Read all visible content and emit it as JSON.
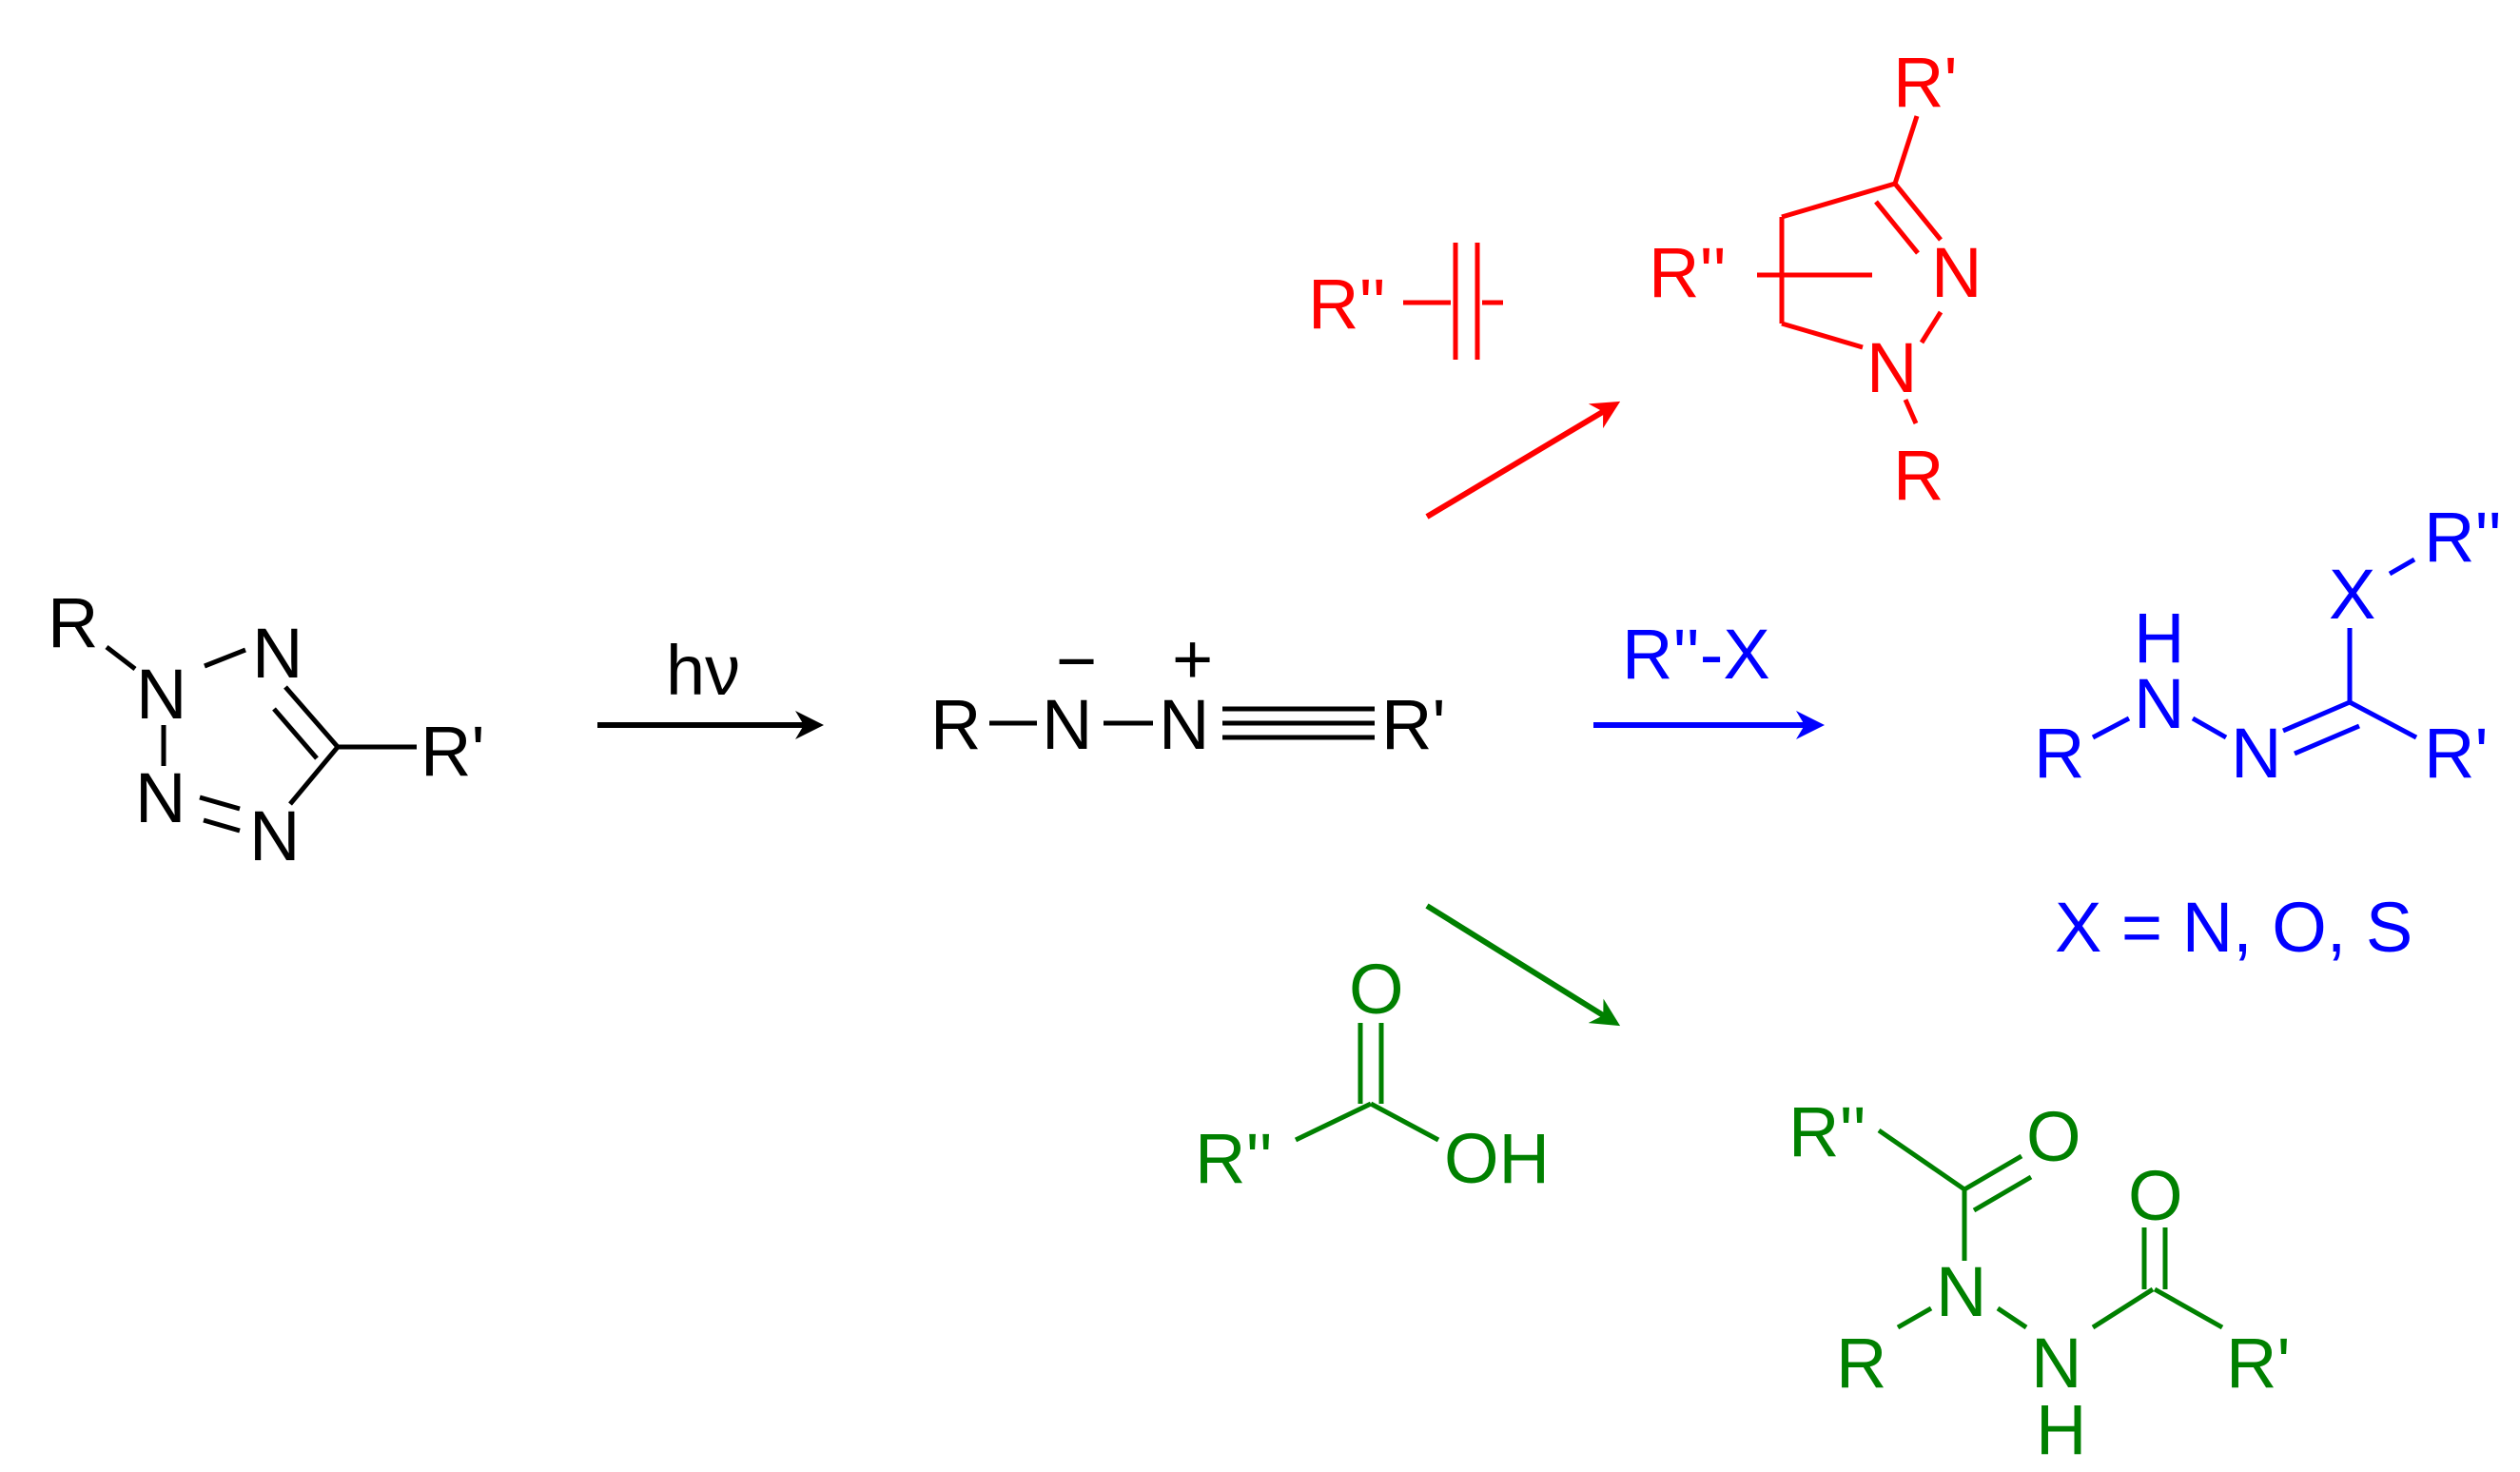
{
  "colors": {
    "reactant": "#000000",
    "cycloaddition": "#ff0000",
    "nucleophile_addition": "#0000ff",
    "acid_addition": "#008000"
  },
  "tetrazole": {
    "labels": [
      "R",
      "N",
      "N",
      "N",
      "N",
      "R'"
    ]
  },
  "photolysis": {
    "condition": "hν"
  },
  "nitrile_imine": {
    "labels": [
      "R",
      "N",
      "N",
      "R'"
    ],
    "charges": [
      "−",
      "+"
    ]
  },
  "alkene_reagent": {
    "labels": [
      "R''"
    ]
  },
  "pyrazoline_product": {
    "labels": [
      "R'",
      "R''",
      "N",
      "N",
      "R"
    ]
  },
  "nucleophile_reaction": {
    "reagent": "R''-X"
  },
  "hydrazone_product": {
    "labels": [
      "H",
      "N",
      "R",
      "N",
      "X",
      "R''",
      "R'"
    ],
    "note": "X = N, O, S"
  },
  "acid_reagent": {
    "labels": [
      "O",
      "R''",
      "OH"
    ]
  },
  "diacylhydrazine_product": {
    "labels": [
      "R''",
      "O",
      "O",
      "N",
      "R",
      "N",
      "H",
      "R'"
    ]
  }
}
